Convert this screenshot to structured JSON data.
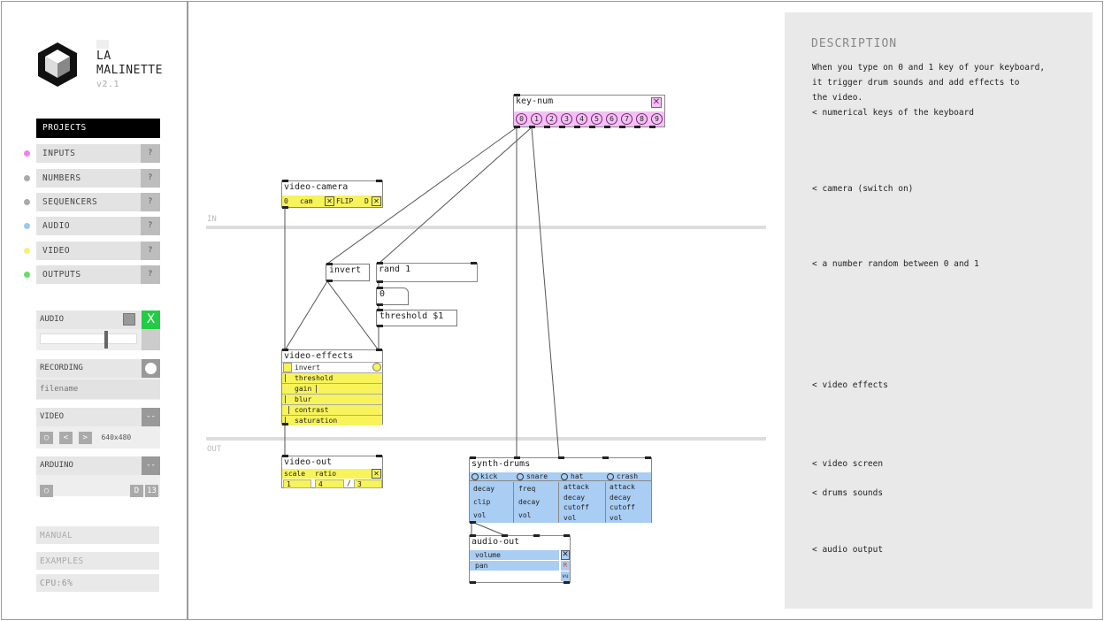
{
  "brand": {
    "line1": "LA",
    "line2": "MALINETTE",
    "version": "v2.1"
  },
  "menu": {
    "projects": "PROJECTS",
    "items": [
      {
        "label": "INPUTS",
        "help": "?",
        "color": "#ee82ee"
      },
      {
        "label": "NUMBERS",
        "help": "?",
        "color": "#aaaaaa"
      },
      {
        "label": "SEQUENCERS",
        "help": "?",
        "color": "#aaaaaa"
      },
      {
        "label": "AUDIO",
        "help": "?",
        "color": "#9cc8ee"
      },
      {
        "label": "VIDEO",
        "help": "?",
        "color": "#f4f07a"
      },
      {
        "label": "OUTPUTS",
        "help": "?",
        "color": "#66dd66"
      }
    ]
  },
  "audio_panel": {
    "label": "AUDIO",
    "toggle": "X",
    "accent": "#22cc44"
  },
  "recording_panel": {
    "label": "RECORDING",
    "filename_placeholder": "filename"
  },
  "video_panel": {
    "label": "VIDEO",
    "status": "--",
    "prev": "<",
    "next": ">",
    "resolution": "640x480"
  },
  "arduino_panel": {
    "label": "ARDUINO",
    "status": "--",
    "d": "D",
    "num": "13"
  },
  "links": {
    "manual": "MANUAL",
    "examples": "EXAMPLES",
    "cpu": "CPU:6%"
  },
  "canvas": {
    "in_label": "IN",
    "out_label": "OUT",
    "keynum": {
      "title": "key-num",
      "keys": [
        "0",
        "1",
        "2",
        "3",
        "4",
        "5",
        "6",
        "7",
        "8",
        "9"
      ]
    },
    "camera": {
      "title": "video-camera",
      "value": "0",
      "cam": "cam",
      "flip": "FLIP",
      "d": "D"
    },
    "invert": "invert",
    "rand": "rand 1",
    "zero": "0",
    "threshold": "threshold $1",
    "effects": {
      "title": "video-effects",
      "rows": [
        "invert",
        "threshold",
        "gain",
        "blur",
        "contrast",
        "saturation"
      ]
    },
    "videoout": {
      "title": "video-out",
      "scale": "scale",
      "ratio": "ratio",
      "v1": "1",
      "v2": "4",
      "slash": "/",
      "v3": "3"
    },
    "drums": {
      "title": "synth-drums",
      "heads": [
        "kick",
        "snare",
        "hat",
        "crash"
      ],
      "col1": [
        "decay",
        "clip",
        "vol"
      ],
      "col2": [
        "freq",
        "decay",
        "vol"
      ],
      "col3": [
        "attack",
        "decay",
        "cutoff",
        "vol"
      ],
      "col4": [
        "attack",
        "decay",
        "cutoff",
        "vol"
      ]
    },
    "audioout": {
      "title": "audio-out",
      "volume": "volume",
      "pan": "pan",
      "r": "R",
      "vu": "vu"
    }
  },
  "description": {
    "title": "DESCRIPTION",
    "intro": [
      "When you type on 0 and 1 key of your keyboard,",
      "it trigger drum sounds and add effects to",
      "the video."
    ],
    "notes": [
      "< numerical keys of the keyboard",
      "< camera (switch on)",
      "< a number random between 0 and 1",
      "< video effects",
      "< video screen",
      "< drums sounds",
      "< audio output"
    ]
  }
}
